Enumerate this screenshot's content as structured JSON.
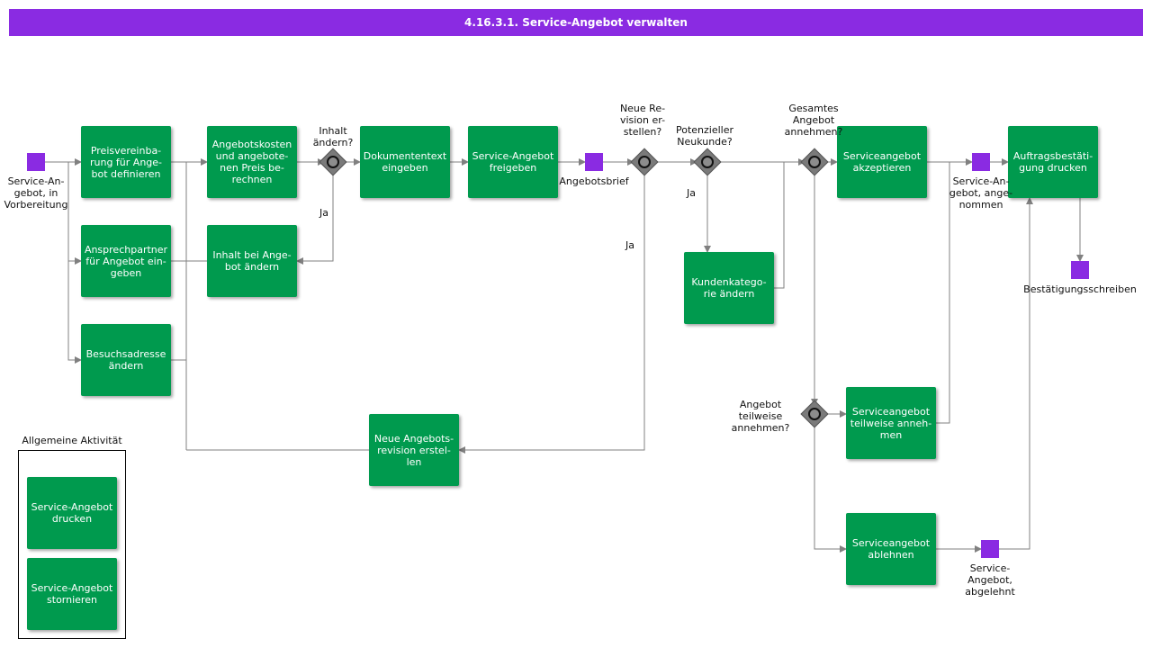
{
  "title": "4.16.3.1. Service-Angebot verwalten",
  "tasks": {
    "preisvereinbarung": "Preisvereinba-\nrung für Ange-\nbot definieren",
    "ansprechpartner": "Ansprechpartner\nfür Angebot ein-\ngeben",
    "besuchsadresse": "Besuchsadresse\nändern",
    "angebotskosten": "Angebotskosten\nund angebote-\nnen Preis be-\nrechnen",
    "inhalt_aendern": "Inhalt bei Ange-\nbot ändern",
    "dokumententext": "Dokumententext\neingeben",
    "freigeben": "Service-Angebot\nfreigeben",
    "neue_revision": "Neue Angebots-\nrevision erstel-\nlen",
    "kundenkategorie": "Kundenkatego-\nrie ändern",
    "akzeptieren": "Serviceangebot\nakzeptieren",
    "teilweise": "Serviceangebot\nteilweise anneh-\nmen",
    "ablehnen": "Serviceangebot\nablehnen",
    "auftragsbestaetigung": "Auftragsbestäti-\ngung drucken",
    "drucken": "Service-Angebot\ndrucken",
    "stornieren": "Service-Angebot\nstornieren"
  },
  "events": {
    "start": "Service-An-\ngebot, in\nVorbereitung",
    "angebotsbrief": "Angebotsbrief",
    "angenommen": "Service-An-\ngebot, ange-\nnommen",
    "bestaetigung": "Bestätigungsschreiben",
    "abgelehnt": "Service-\nAngebot,\nabgelehnt"
  },
  "gateways": {
    "inhalt": "Inhalt\nändern?",
    "revision": "Neue Re-\nvision er-\nstellen?",
    "neukunde": "Potenzieller\nNeukunde?",
    "gesamt": "Gesamtes\nAngebot\nannehmen?",
    "teilweise": "Angebot\nteilweise\nannehmen?"
  },
  "flow_labels": {
    "ja_inhalt": "Ja",
    "ja_revision": "Ja",
    "ja_neukunde": "Ja"
  },
  "general_activities": {
    "heading": "Allgemeine Aktivität"
  },
  "colors": {
    "title_bar": "#8a2be2",
    "task": "#009a4e",
    "event": "#8a2be2",
    "gateway": "#7a7a7a",
    "connector": "#808080"
  }
}
